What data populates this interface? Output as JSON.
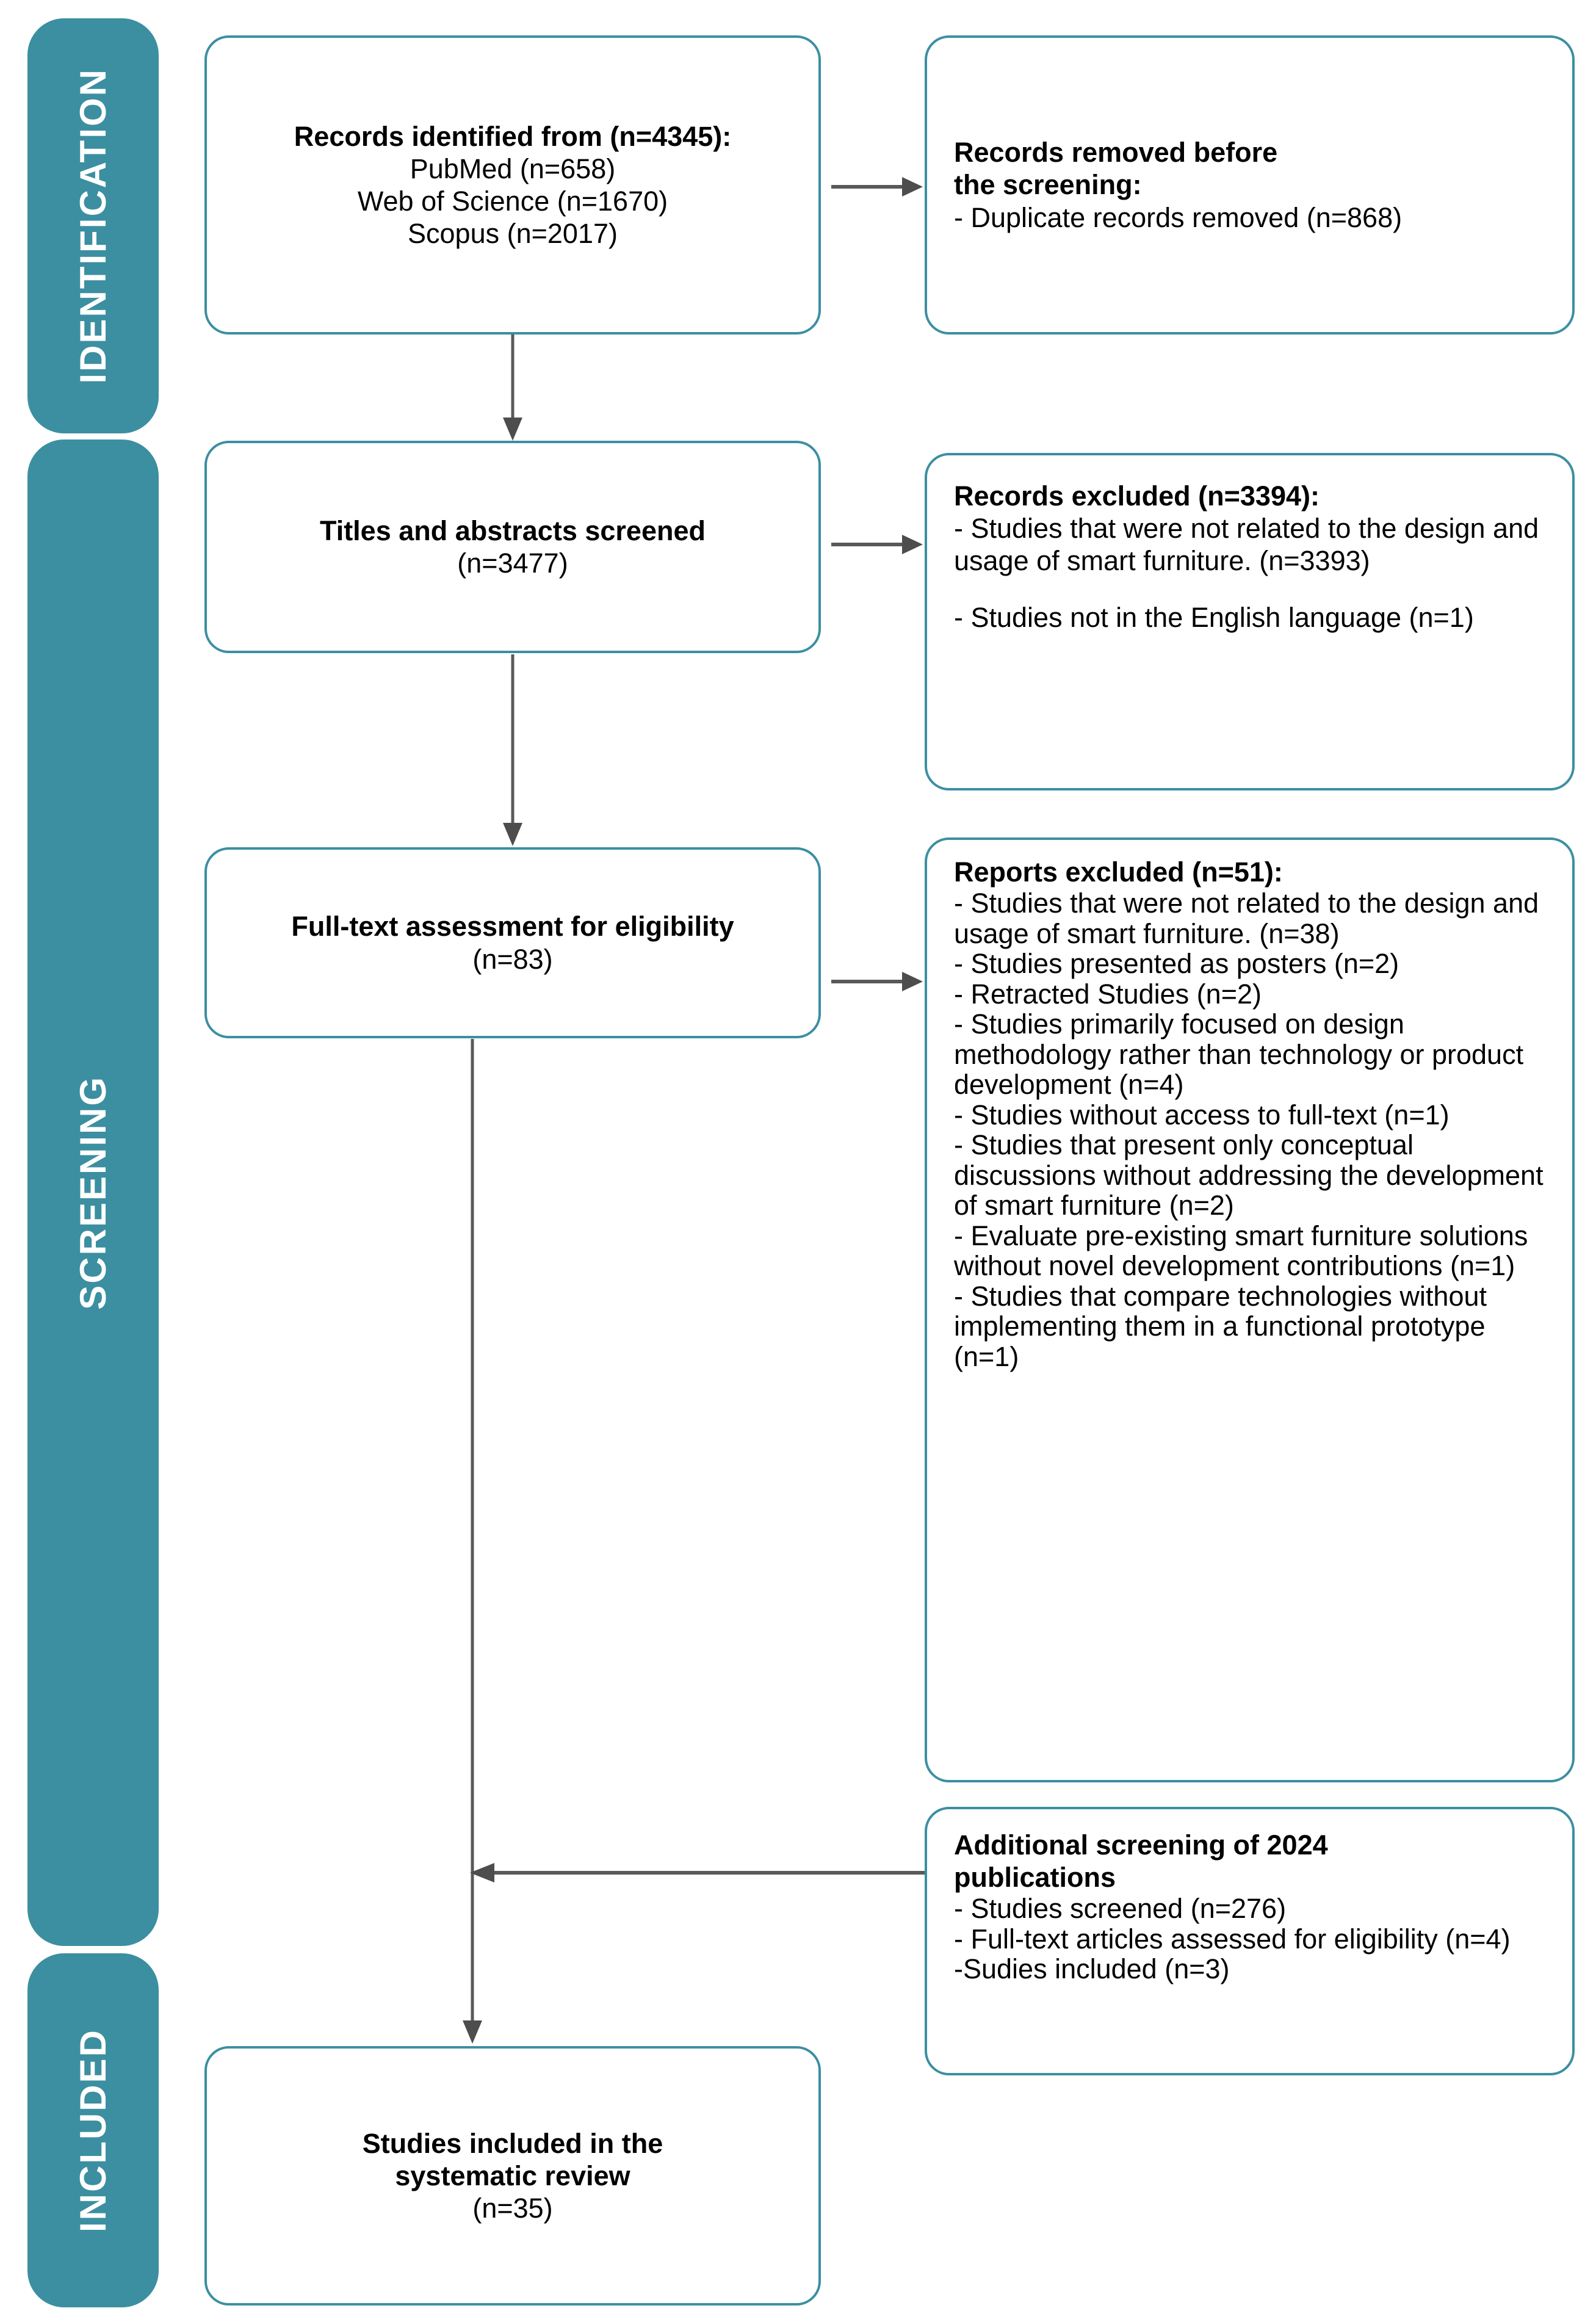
{
  "diagram": {
    "title": "PRISMA flow diagram",
    "accent_color": "#3b8fa1",
    "arrow_color": "#595959"
  },
  "stages": [
    {
      "id": "identification",
      "label": "IDENTIFICATION"
    },
    {
      "id": "screening",
      "label": "SCREENING"
    },
    {
      "id": "included",
      "label": "INCLUDED"
    }
  ],
  "boxes": {
    "identified": {
      "title": "Records identified from (n=4345):",
      "lines": [
        "PubMed (n=658)",
        "Web of Science (n=1670)",
        "Scopus (n=2017)"
      ]
    },
    "removed_before_screening": {
      "title_line1": "Records removed before",
      "title_line2": " the screening:",
      "lines": [
        "-   Duplicate records removed (n=868)"
      ]
    },
    "titles_abstracts": {
      "title": "Titles and abstracts screened",
      "lines": [
        "(n=3477)"
      ]
    },
    "records_excluded": {
      "title": "Records excluded (n=3394):",
      "lines": [
        "-    Studies that were not related to the design and usage of smart furniture. (n=3393)",
        "",
        "-    Studies not in the English language (n=1)"
      ]
    },
    "full_text": {
      "title": "Full-text assessment for eligibility",
      "lines": [
        "(n=83)"
      ]
    },
    "reports_excluded": {
      "title": "Reports excluded (n=51):",
      "lines": [
        "-  Studies that were not related to the design and usage of smart furniture. (n=38)",
        "-    Studies presented as posters (n=2)",
        "-    Retracted Studies (n=2)",
        "-    Studies primarily focused on design methodology rather than technology or product development (n=4)",
        "-  Studies without access to full-text (n=1)",
        "-    Studies that present only conceptual discussions without addressing the development of smart furniture (n=2)",
        "-    Evaluate pre-existing smart furniture solutions without novel development contributions (n=1)",
        "-  Studies that compare technologies without implementing them in a functional prototype (n=1)"
      ]
    },
    "additional_screening": {
      "title_line1": "Additional screening of 2024",
      "title_line2": "publications",
      "lines": [
        "-    Studies screened (n=276)",
        "-    Full-text articles assessed for eligibility (n=4)",
        "-Sudies included (n=3)"
      ]
    },
    "included_final": {
      "title_line1": "Studies included in the",
      "title_line2": "systematic review",
      "lines": [
        "(n=35)"
      ]
    }
  },
  "connectors": [
    {
      "id": "identified-to-removed",
      "direction": "right"
    },
    {
      "id": "identified-to-titles",
      "direction": "down"
    },
    {
      "id": "titles-to-excluded",
      "direction": "right"
    },
    {
      "id": "titles-to-fulltext",
      "direction": "down"
    },
    {
      "id": "fulltext-to-reports-excluded",
      "direction": "right"
    },
    {
      "id": "additional-to-spine",
      "direction": "left"
    },
    {
      "id": "fulltext-to-included",
      "direction": "down"
    }
  ]
}
